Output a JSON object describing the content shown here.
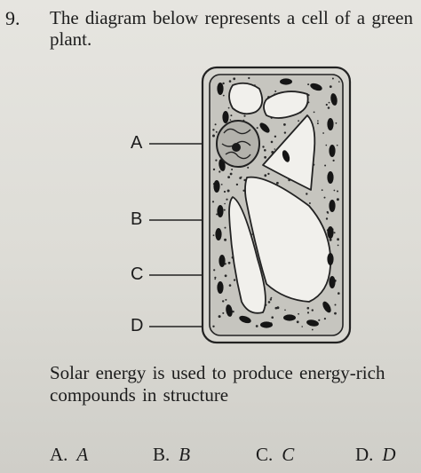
{
  "question": {
    "number": "9.",
    "stem": "The diagram below represents a cell of a green plant.",
    "prompt": "Solar energy is used to produce energy-rich compounds in structure"
  },
  "diagram": {
    "labels": [
      "A",
      "B",
      "C",
      "D"
    ]
  },
  "options": [
    {
      "letter": "A.",
      "value": "A"
    },
    {
      "letter": "B.",
      "value": "B"
    },
    {
      "letter": "C.",
      "value": "C"
    },
    {
      "letter": "D.",
      "value": "D"
    }
  ]
}
